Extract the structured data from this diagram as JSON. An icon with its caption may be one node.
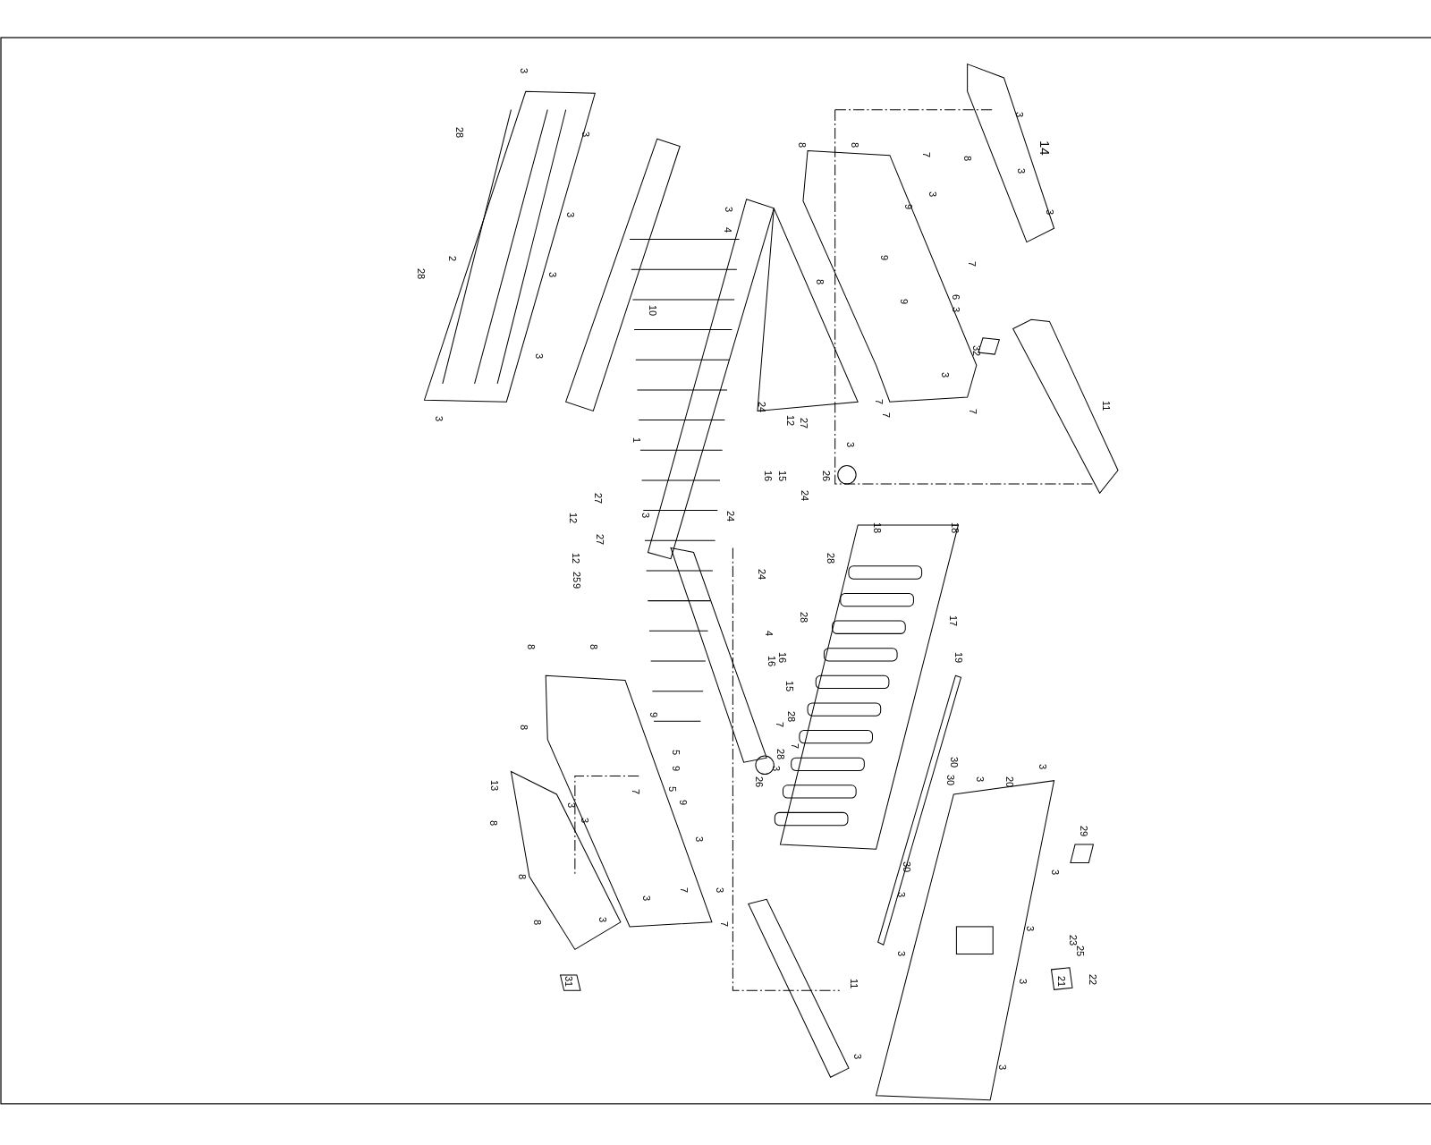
{
  "diagram": {
    "labels": [
      "3",
      "14",
      "28",
      "3",
      "8",
      "8",
      "7",
      "8",
      "3",
      "3",
      "3",
      "3",
      "9",
      "3",
      "3",
      "4",
      "7",
      "2",
      "28",
      "9",
      "8",
      "3",
      "10",
      "6",
      "3",
      "9",
      "32",
      "3",
      "11",
      "3",
      "24",
      "12",
      "27",
      "7",
      "7",
      "3",
      "7",
      "3",
      "1",
      "15",
      "16",
      "26",
      "24",
      "27",
      "12",
      "3",
      "24",
      "27",
      "12",
      "25",
      "9",
      "24",
      "18",
      "18",
      "28",
      "28",
      "17",
      "19",
      "8",
      "8",
      "4",
      "16",
      "16",
      "15",
      "9",
      "28",
      "7",
      "8",
      "5",
      "7",
      "28",
      "3",
      "9",
      "30",
      "30",
      "3",
      "3",
      "20",
      "26",
      "7",
      "5",
      "13",
      "3",
      "9",
      "8",
      "29",
      "3",
      "3",
      "30",
      "3",
      "3",
      "8",
      "3",
      "7",
      "3",
      "3",
      "3",
      "8",
      "7",
      "3",
      "23",
      "25",
      "3",
      "21",
      "22",
      "31",
      "11",
      "3",
      "3"
    ]
  }
}
